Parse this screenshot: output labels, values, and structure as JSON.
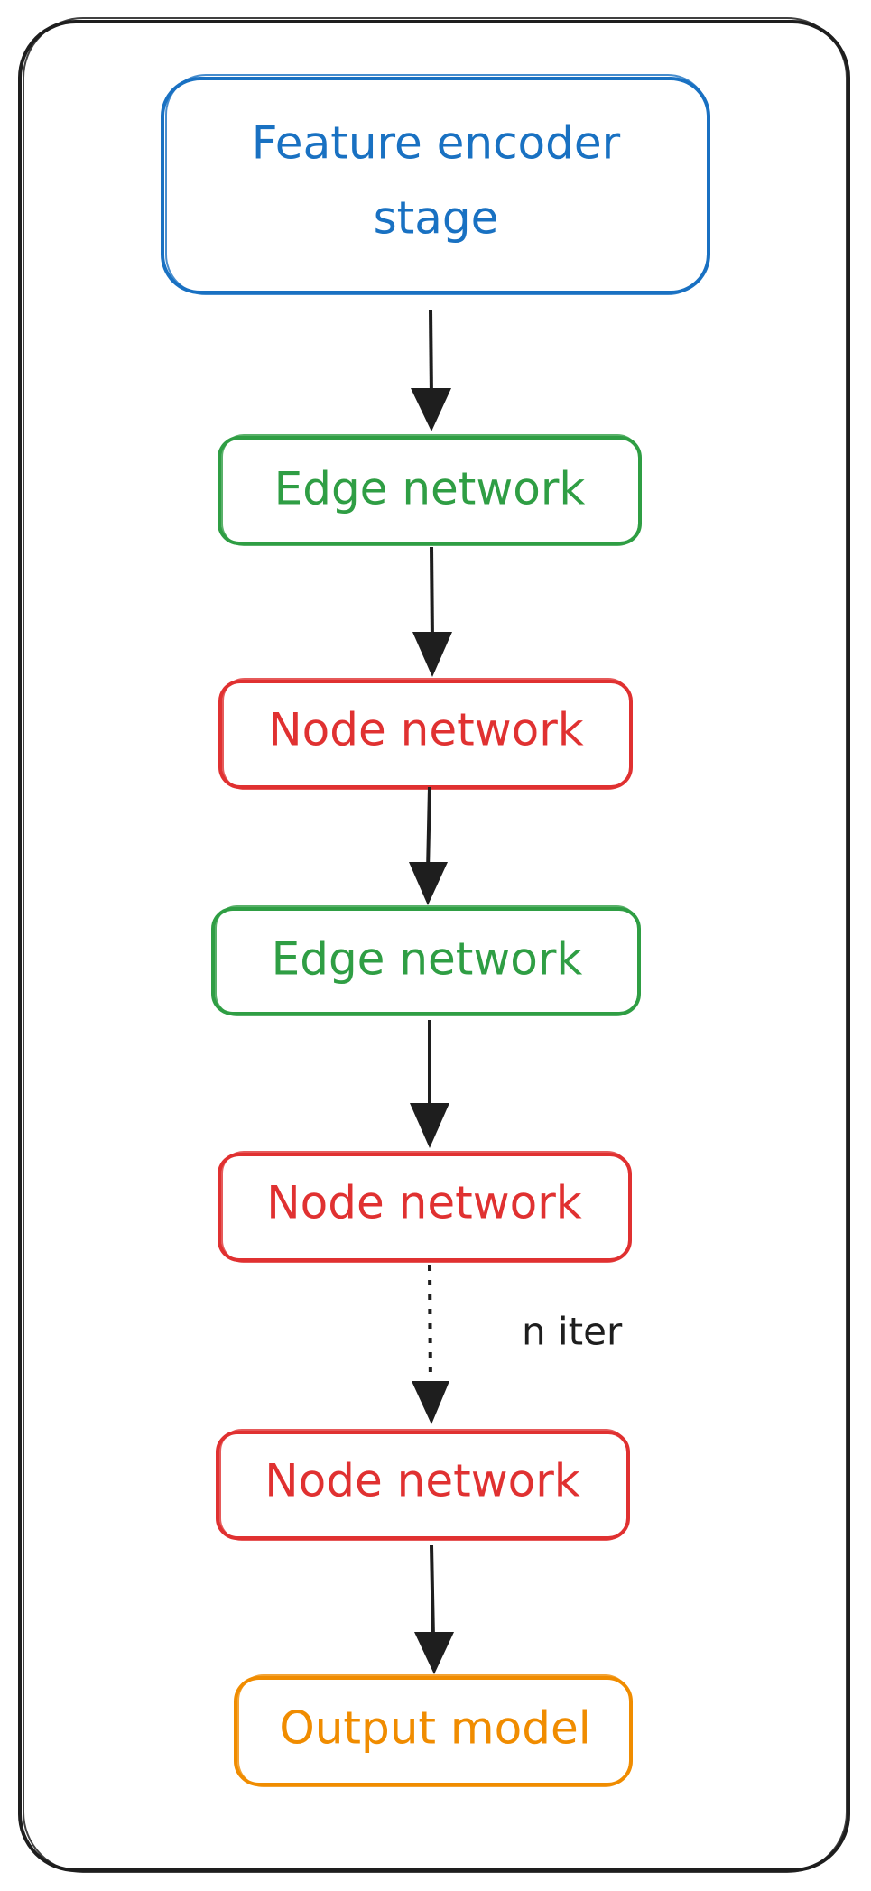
{
  "colors": {
    "frame": "#1e1e1e",
    "arrow": "#1e1e1e",
    "blue": "#1971c2",
    "green": "#2f9e44",
    "red": "#e03131",
    "orange": "#f08c00"
  },
  "nodes": [
    {
      "label_line1": "Feature encoder",
      "label_line2": "stage",
      "color": "blue"
    },
    {
      "label": "Edge network",
      "color": "green"
    },
    {
      "label": "Node network",
      "color": "red"
    },
    {
      "label": "Edge network",
      "color": "green"
    },
    {
      "label": "Node network",
      "color": "red"
    },
    {
      "label": "Node network",
      "color": "red"
    },
    {
      "label": "Output model",
      "color": "orange"
    }
  ],
  "iteration_label": "n iter"
}
